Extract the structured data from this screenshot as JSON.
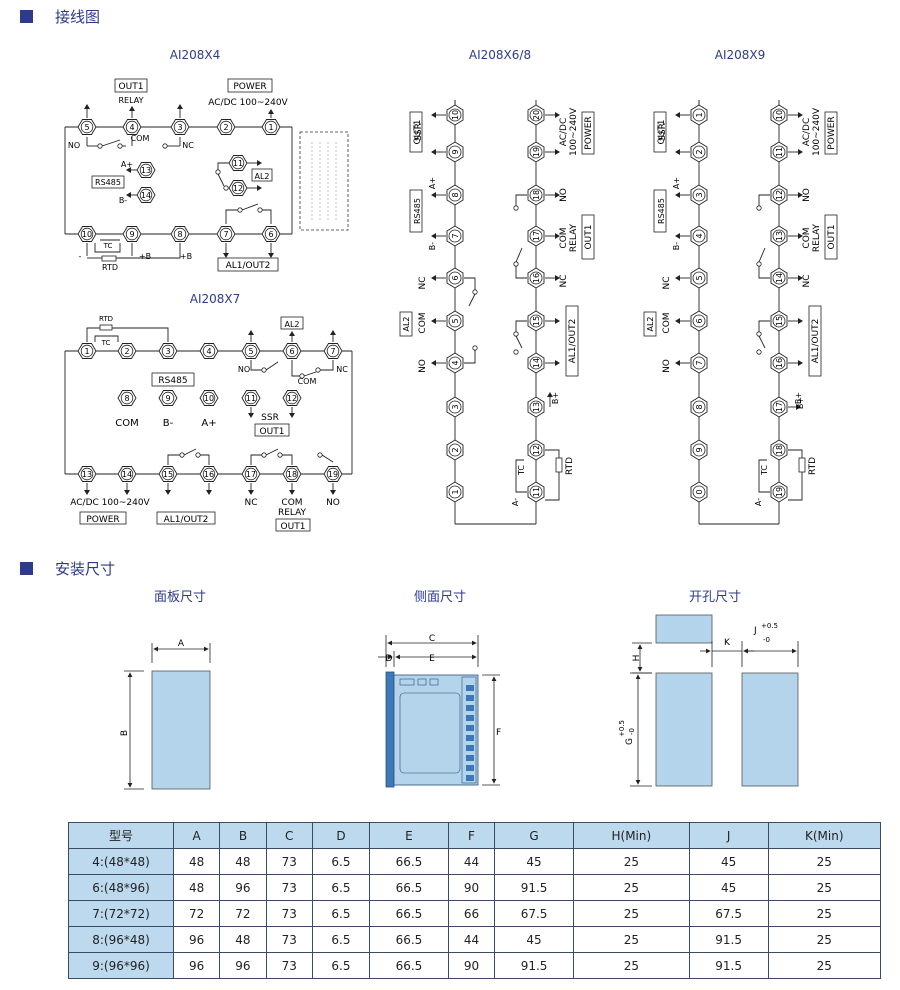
{
  "sections": {
    "wiring_title": "接线图",
    "install_title": "安装尺寸"
  },
  "diagrams": {
    "x4": {
      "title": "AI208X4",
      "top_pins": [
        "5",
        "4",
        "3",
        "2",
        "1"
      ],
      "bottom_pins": [
        "10",
        "9",
        "8",
        "7",
        "6"
      ],
      "rs485_pins": [
        "13",
        "14"
      ],
      "al2_pins": [
        "11",
        "12"
      ],
      "labels": {
        "out1": "OUT1",
        "relay": "RELAY",
        "power": "POWER",
        "acdc": "AC/DC 100~240V",
        "no": "NO",
        "com": "COM",
        "nc": "NC",
        "rs485": "RS485",
        "a": "A+",
        "b": "B-",
        "al2": "AL2",
        "tc": "TC",
        "rtd": "RTD",
        "minus": "-",
        "plusb": "+B",
        "plusb2": "+B",
        "al1out2": "AL1/OUT2"
      }
    },
    "x7": {
      "title": "AI208X7",
      "top_pins": [
        "1",
        "2",
        "3",
        "4",
        "5",
        "6",
        "7"
      ],
      "bottom_pins": [
        "13",
        "14",
        "15",
        "16",
        "17",
        "18",
        "19"
      ],
      "mid_pins": [
        "8",
        "9",
        "10",
        "11",
        "12"
      ],
      "labels": {
        "rtd": "RTD",
        "tc": "TC",
        "al2": "AL2",
        "no": "NO",
        "com": "COM",
        "nc": "NC",
        "rs485": "RS485",
        "mcom": "COM",
        "mb": "B-",
        "ma": "A+",
        "ssr": "SSR",
        "out1": "OUT1",
        "acdc": "AC/DC 100~240V",
        "power": "POWER",
        "al1out2": "AL1/OUT2",
        "bnc": "NC",
        "bcom": "COM",
        "brelay": "RELAY",
        "bout1": "OUT1",
        "bno": "NO"
      }
    },
    "x6": {
      "title": "AI208X6/8",
      "left_pins": [
        "10",
        "9",
        "8",
        "7",
        "6",
        "5",
        "4",
        "3",
        "2",
        "1"
      ],
      "right_pins": [
        "20",
        "19",
        "18",
        "17",
        "16",
        "15",
        "14",
        "13",
        "12",
        "11"
      ],
      "labels": {
        "out1": "OUT1",
        "ssr": "SSR",
        "rs485": "RS485",
        "a": "A+",
        "b": "B-",
        "nc": "NC",
        "al2": "AL2",
        "com": "COM",
        "no": "NO",
        "acdc": "AC/DC",
        "volt": "100~240V",
        "power": "POWER",
        "rno": "NO",
        "rcom": "COM",
        "rrelay": "RELAY",
        "rout1": "OUT1",
        "rnc": "NC",
        "al1out2": "AL1/OUT2",
        "bplus": "B+",
        "tc": "TC",
        "rtd": "RTD",
        "aminus": "A-"
      }
    },
    "x9": {
      "title": "AI208X9",
      "left_pins": [
        "1",
        "2",
        "3",
        "4",
        "5",
        "6",
        "7",
        "8",
        "9",
        "0"
      ],
      "right_pins": [
        "10",
        "11",
        "12",
        "13",
        "14",
        "15",
        "16",
        "17",
        "18",
        "19"
      ],
      "labels": {
        "out1": "OUT1",
        "ssr": "SSR",
        "rs485": "RS485",
        "a": "A+",
        "b": "B-",
        "nc": "NC",
        "al2": "AL2",
        "com": "COM",
        "no": "NO",
        "acdc": "AC/DC",
        "volt": "100~240V",
        "power": "POWER",
        "rno": "NO",
        "rcom": "COM",
        "rrelay": "RELAY",
        "rout1": "OUT1",
        "rnc": "NC",
        "al1out2": "AL1/OUT2",
        "bplus": "B+",
        "bplus2": "B+",
        "tc": "TC",
        "rtd": "RTD",
        "aminus": "A-"
      }
    }
  },
  "install": {
    "panel": {
      "caption": "面板尺寸",
      "a": "A",
      "b": "B"
    },
    "side": {
      "caption": "侧面尺寸",
      "c": "C",
      "d": "D",
      "e": "E",
      "f": "F"
    },
    "cutout": {
      "caption": "开孔尺寸",
      "h": "H",
      "k": "K",
      "j": "J",
      "jtol_top": "+0.5",
      "jtol_bot": "-0",
      "g": "G",
      "gtol_top": "+0.5",
      "gtol_bot": "-0"
    }
  },
  "table": {
    "headers": [
      "型号",
      "A",
      "B",
      "C",
      "D",
      "E",
      "F",
      "G",
      "H(Min)",
      "J",
      "K(Min)"
    ],
    "rows": [
      [
        "4:(48*48)",
        "48",
        "48",
        "73",
        "6.5",
        "66.5",
        "44",
        "45",
        "25",
        "45",
        "25"
      ],
      [
        "6:(48*96)",
        "48",
        "96",
        "73",
        "6.5",
        "66.5",
        "90",
        "91.5",
        "25",
        "45",
        "25"
      ],
      [
        "7:(72*72)",
        "72",
        "72",
        "73",
        "6.5",
        "66.5",
        "66",
        "67.5",
        "25",
        "67.5",
        "25"
      ],
      [
        "8:(96*48)",
        "96",
        "48",
        "73",
        "6.5",
        "66.5",
        "44",
        "45",
        "25",
        "91.5",
        "25"
      ],
      [
        "9:(96*96)",
        "96",
        "96",
        "73",
        "6.5",
        "66.5",
        "90",
        "91.5",
        "25",
        "91.5",
        "25"
      ]
    ]
  },
  "colors": {
    "accent": "#2e3a8c",
    "fill": "#b3d4ea",
    "table_header": "#bcd9ee"
  }
}
